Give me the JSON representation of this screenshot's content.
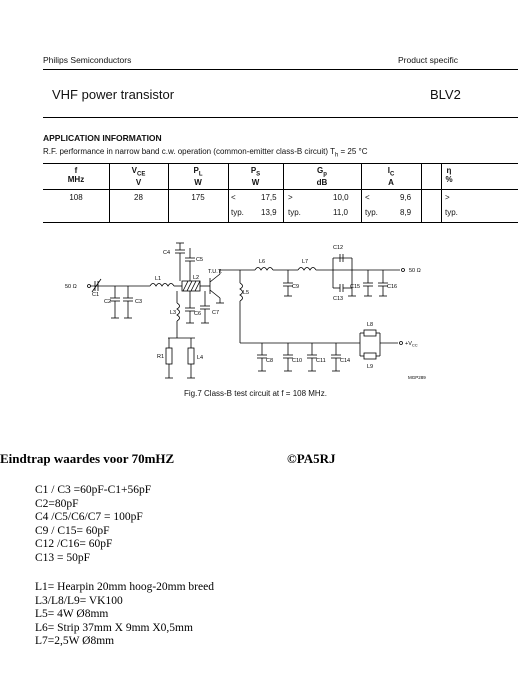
{
  "header": {
    "company": "Philips Semiconductors",
    "spec_label": "Product specific",
    "product_title": "VHF power transistor",
    "product_code": "BLV2"
  },
  "application": {
    "heading": "APPLICATION INFORMATION",
    "subtitle": "R.F. performance in narrow band c.w. operation (common-emitter class-B circuit) T",
    "subtitle_sub": "h",
    "subtitle_end": " = 25 °C"
  },
  "table": {
    "columns": [
      {
        "symbol": "f",
        "sub": "",
        "unit": "MHz"
      },
      {
        "symbol": "V",
        "sub": "CE",
        "unit": "V"
      },
      {
        "symbol": "P",
        "sub": "L",
        "unit": "W"
      },
      {
        "symbol": "P",
        "sub": "S",
        "unit": "W"
      },
      {
        "symbol": "G",
        "sub": "p",
        "unit": "dB"
      },
      {
        "symbol": "I",
        "sub": "C",
        "unit": "A"
      },
      {
        "symbol": "η",
        "sub": "",
        "unit": "%"
      }
    ],
    "row": {
      "f": "108",
      "vce": "28",
      "pl": "175",
      "ps": [
        {
          "op": "<",
          "val": "17,5"
        },
        {
          "op": "typ.",
          "val": "13,9"
        }
      ],
      "gp": [
        {
          "op": ">",
          "val": "10,0"
        },
        {
          "op": "typ.",
          "val": "11,0"
        }
      ],
      "ic": [
        {
          "op": "<",
          "val": "9,6"
        },
        {
          "op": "typ.",
          "val": "8,9"
        }
      ],
      "eta": [
        {
          "op": ">",
          "val": ""
        },
        {
          "op": "typ.",
          "val": ""
        }
      ]
    }
  },
  "circuit": {
    "labels": {
      "input": "50 Ω",
      "output": "50 Ω",
      "vcc": "+V",
      "vcc_sub": "CC",
      "tut": "T.U.T.",
      "code": "MGP289",
      "c1": "C1",
      "c2": "C2",
      "c3": "C3",
      "c4": "C4",
      "c5": "C5",
      "c6": "C6",
      "c7": "C7",
      "c8": "C8",
      "c9": "C9",
      "c10": "C10",
      "c11": "C11",
      "c12": "C12",
      "c13": "C13",
      "c14": "C14",
      "c15": "C15",
      "c16": "C16",
      "l1": "L1",
      "l2": "L2",
      "l3": "L3",
      "l4": "L4",
      "l5": "L5",
      "l6": "L6",
      "l7": "L7",
      "l8": "L8",
      "l9": "L9",
      "r1": "R1"
    },
    "caption": "Fig.7  Class-B test circuit at f = 108 MHz."
  },
  "notes": {
    "title": "Eindtrap waardes voor 70mHZ",
    "copyright": "©PA5RJ",
    "capacitors": [
      "C1 / C3 =60pF-C1+56pF",
      "C2=80pF",
      "C4 /C5/C6/C7 = 100pF",
      "C9 / C15= 60pF",
      "C12 /C16= 60pF",
      "C13 = 50pF"
    ],
    "inductors": [
      "L1= Hearpin 20mm hoog-20mm breed",
      "L3/L8/L9= VK100",
      "L5= 4W Ø8mm",
      "L6= Strip 37mm X 9mm X0,5mm",
      "L7=2,5W Ø8mm"
    ]
  }
}
